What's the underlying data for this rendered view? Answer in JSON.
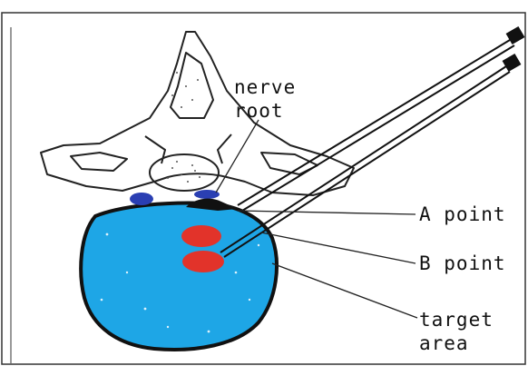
{
  "labels": {
    "nerve_root_line1": "nerve",
    "nerve_root_line2": "root",
    "a_point": "A point",
    "b_point": "B point",
    "target_line1": "target",
    "target_line2": "area"
  },
  "colors": {
    "disc_fill": "#1ea6e6",
    "lesion": "#e2332a",
    "nerve_spot": "#2a3fb3",
    "outline": "#111111",
    "frame": "#333333"
  },
  "icons": [
    "needle-handle-icon",
    "needle-handle-icon"
  ]
}
